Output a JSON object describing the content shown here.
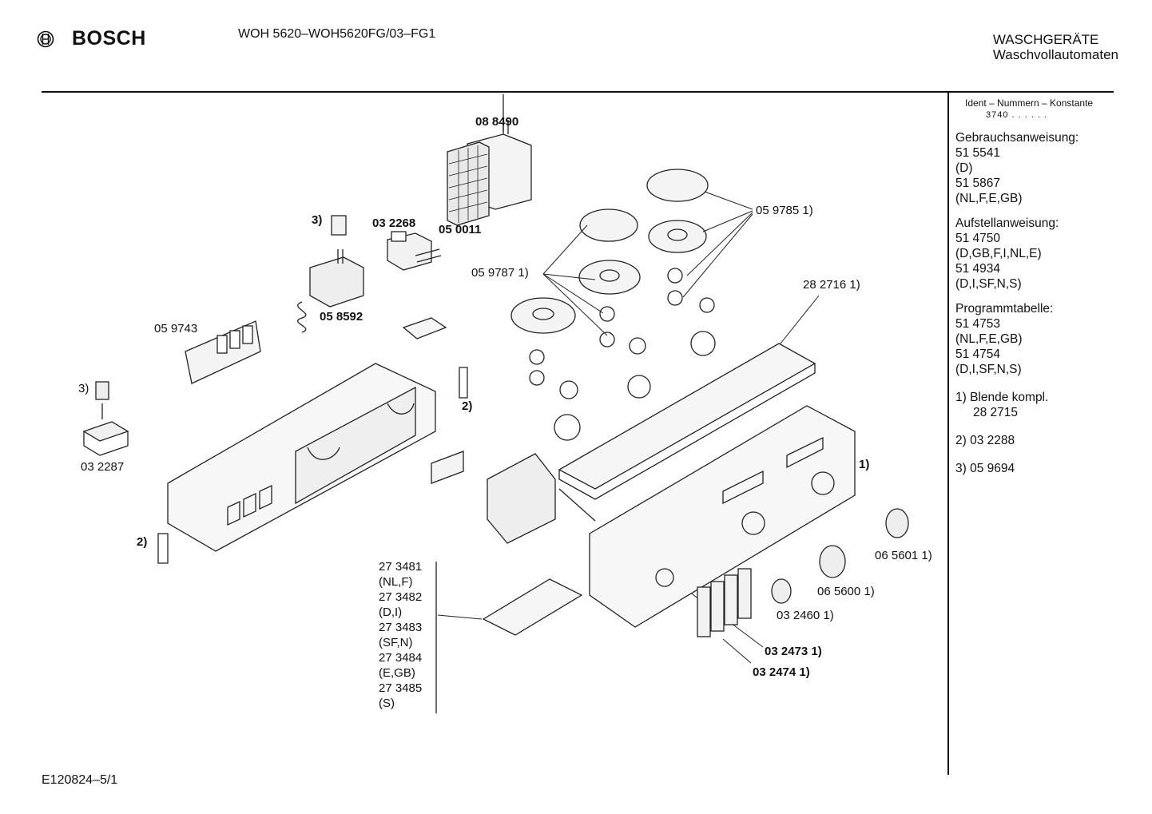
{
  "header": {
    "brand": "BOSCH",
    "model": "WOH 5620–WOH5620FG/03–FG1",
    "category_line1": "WASCHGERÄTE",
    "category_line2": "Waschvollautomaten"
  },
  "footer": {
    "code": "E120824–5/1"
  },
  "sidebar": {
    "ident_title": "Ident – Nummern – Konstante",
    "ident_value": "3740 . . . . . .",
    "sections": [
      {
        "title": "Gebrauchsanweisung:",
        "lines": [
          "51 5541",
          "(D)",
          "51 5867",
          "(NL,F,E,GB)"
        ]
      },
      {
        "title": "Aufstellanweisung:",
        "lines": [
          "51 4750",
          "(D,GB,F,I,NL,E)",
          "51 4934",
          "(D,I,SF,N,S)"
        ]
      },
      {
        "title": "Programmtabelle:",
        "lines": [
          "51 4753",
          "(NL,F,E,GB)",
          "51 4754",
          "(D,I,SF,N,S)"
        ]
      }
    ],
    "notes": [
      {
        "main": "1)  Blende kompl.",
        "sub": "28 2715"
      },
      {
        "main": "2)  03 2288",
        "sub": ""
      },
      {
        "main": "3)  05 9694",
        "sub": ""
      }
    ]
  },
  "parts": {
    "p088490": "08 8490",
    "p050011": "05 0011",
    "p032268": "03 2268",
    "p3a": "3)",
    "p058592": "05 8592",
    "p059743": "05 9743",
    "p3b": "3)",
    "p032287": "03 2287",
    "p2a": "2)",
    "p2b": "2)",
    "p059785": "05 9785 1)",
    "p059787": "05 9787 1)",
    "p282716": "28 2716 1)",
    "p1": "1)",
    "p065601": "06 5601 1)",
    "p065600": "06 5600 1)",
    "p032460": "03 2460 1)",
    "p032473": "03 2473  1)",
    "p032474": "03 2474  1)"
  },
  "stack_list": [
    "27 3481",
    "(NL,F)",
    "27 3482",
    "(D,I)",
    "27 3483",
    "(SF,N)",
    "27 3484",
    "(E,GB)",
    "27 3485",
    "(S)"
  ]
}
